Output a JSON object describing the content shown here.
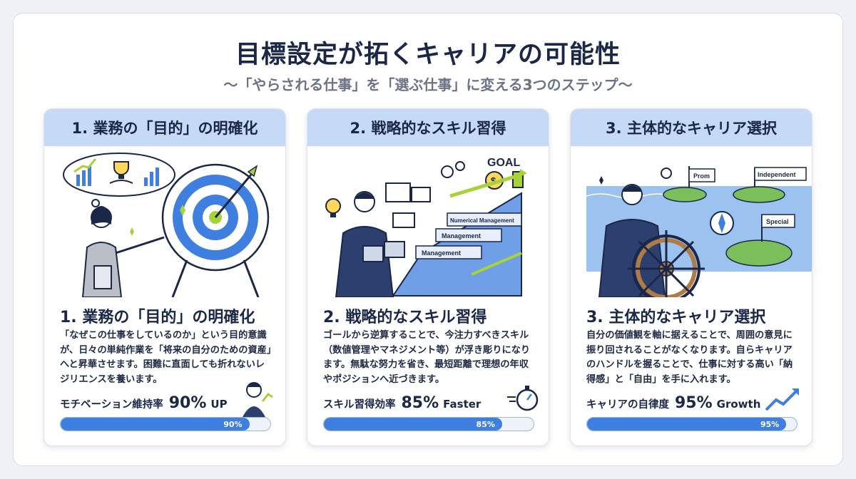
{
  "header": {
    "title": "目標設定が拓くキャリアの可能性",
    "subtitle": "〜「やらされる仕事」を「選ぶ仕事」に変える3つのステップ〜"
  },
  "colors": {
    "accent": "#3f7fe0",
    "header_bg": "#c6daf7",
    "lime": "#a7d23a",
    "navy": "#1b2747"
  },
  "cards": [
    {
      "header": "1. 業務の「目的」の明確化",
      "title": "1. 業務の「目的」の明確化",
      "body": "「なぜこの仕事をしているのか」という目的意識が、日々の単純作業を「将来の自分のための資産」へと昇華させます。困難に直面しても折れないレジリエンスを養います。",
      "metric_label": "モチベーション維持率",
      "metric_value": "90%",
      "metric_suffix": "UP",
      "progress": 90,
      "progress_text": "90%",
      "icons": [
        "thought-bubble-icon",
        "trophy-icon",
        "target-icon",
        "businessman-icon"
      ]
    },
    {
      "header": "2. 戦略的なスキル習得",
      "title": "2. 戦略的なスキル習得",
      "body": "ゴールから逆算することで、今注力すべきスキル（数値管理やマネジメント等）が浮き彫りになります。無駄な努力を省き、最短距離で理想の年収やポジションへ近づきます。",
      "metric_label": "スキル習得効率",
      "metric_value": "85%",
      "metric_suffix": "Faster",
      "progress": 85,
      "progress_text": "85%",
      "illustration_labels": {
        "goal": "GOAL",
        "step3": "Numerical Management",
        "step2": "Management",
        "step1": "Management"
      },
      "icons": [
        "lightbulb-icon",
        "gear-icon",
        "stopwatch-icon"
      ]
    },
    {
      "header": "3. 主体的なキャリア選択",
      "title": "3. 主体的なキャリア選択",
      "body": "自分の価値観を軸に据えることで、周囲の意見に振り回されることがなくなります。自らキャリアのハンドルを握ることで、仕事に対する高い「納得感」と「自由」を手に入れます。",
      "metric_label": "キャリアの自律度",
      "metric_value": "95%",
      "metric_suffix": "Growth",
      "progress": 95,
      "progress_text": "95%",
      "illustration_labels": {
        "flag1": "Prom",
        "flag2": "Independent",
        "flag3": "Special"
      },
      "icons": [
        "ship-wheel-icon",
        "compass-icon",
        "growth-arrow-icon"
      ]
    }
  ]
}
